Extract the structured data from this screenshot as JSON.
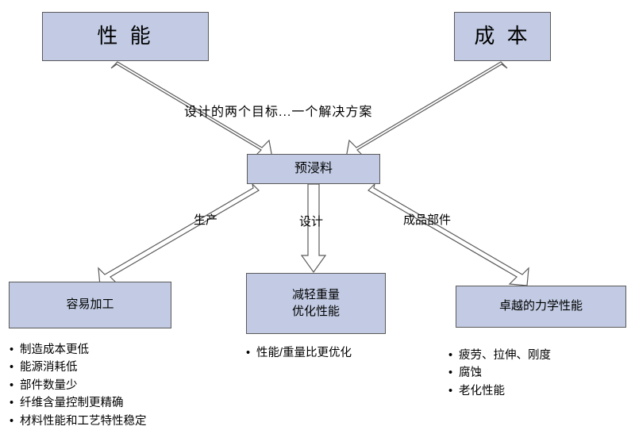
{
  "diagram": {
    "nodes": {
      "performance": {
        "label": "性 能"
      },
      "cost": {
        "label": "成 本"
      },
      "prepreg": {
        "label": "预浸料"
      },
      "easy_process": {
        "label": "容易加工"
      },
      "weight_perf": {
        "line1": "减轻重量",
        "line2": "优化性能"
      },
      "mechanical": {
        "label": "卓越的力学性能"
      }
    },
    "center_text": "设计的两个目标...一个解决方案",
    "edge_labels": {
      "production": "生产",
      "design": "设计",
      "finished_part": "成品部件"
    },
    "bullet_groups": {
      "left": [
        "制造成本更低",
        "能源消耗低",
        "部件数量少",
        "纤维含量控制更精确",
        "材料性能和工艺特性稳定"
      ],
      "middle": [
        "性能/重量比更优化"
      ],
      "right": [
        "疲劳、拉伸、刚度",
        "腐蚀",
        "老化性能"
      ]
    },
    "colors": {
      "node_fill": "#c2cbe3",
      "node_border": "#5a5a5a",
      "arrow_stroke": "#5a5a5a",
      "background": "#ffffff"
    }
  }
}
